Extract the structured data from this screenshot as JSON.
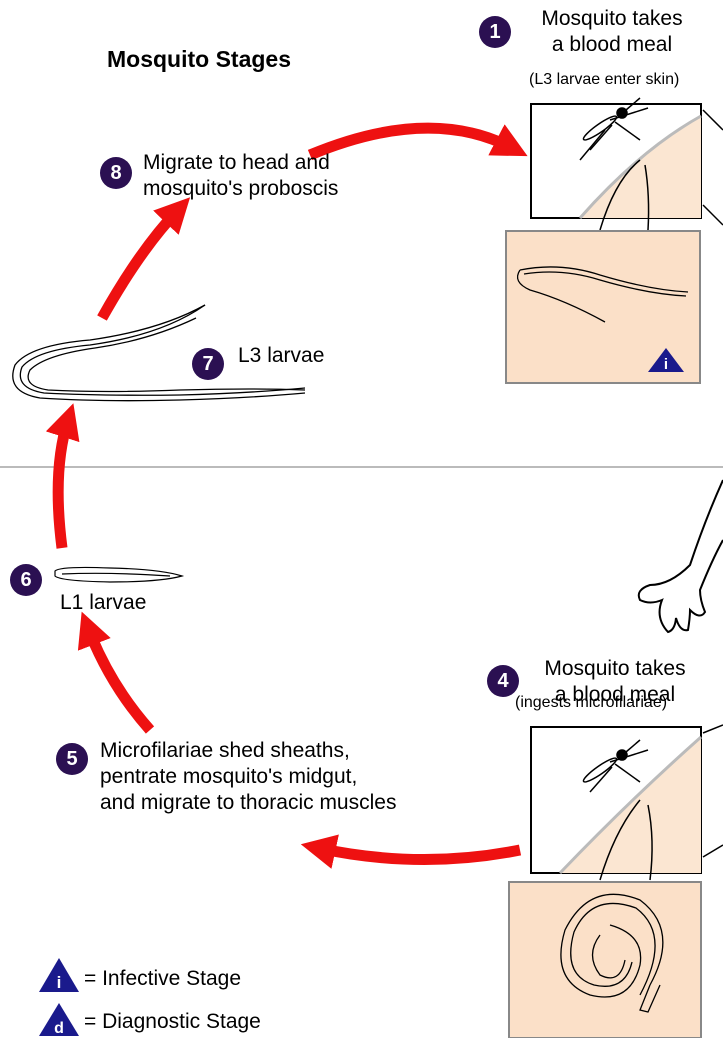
{
  "title": "Mosquito Stages",
  "steps": [
    {
      "num": "1",
      "line1": "Mosquito takes",
      "line2": "a blood meal",
      "note": "(L3 larvae enter skin)"
    },
    {
      "num": "4",
      "line1": "Mosquito takes",
      "line2": "a blood meal",
      "note": "(ingests microfilariae)"
    },
    {
      "num": "5",
      "line1": "Microfilariae shed sheaths,",
      "line2": "pentrate mosquito's midgut,",
      "line3": "and migrate to thoracic muscles"
    },
    {
      "num": "6",
      "label": "L1 larvae"
    },
    {
      "num": "7",
      "label": "L3 larvae"
    },
    {
      "num": "8",
      "line1": "Migrate to head and",
      "line2": "mosquito's proboscis"
    }
  ],
  "legend": [
    {
      "letter": "i",
      "text": "= Infective Stage"
    },
    {
      "letter": "d",
      "text": "= Diagnostic Stage"
    }
  ],
  "colors": {
    "arrow": "#ee1111",
    "badge": "#2b1052",
    "skin": "#fbe0c8",
    "triangle": "#1a1a8c"
  },
  "icons": [
    "mosquito-icon",
    "larva-icon",
    "microfilaria-icon",
    "hand-icon",
    "infective-stage-icon",
    "diagnostic-stage-icon"
  ]
}
